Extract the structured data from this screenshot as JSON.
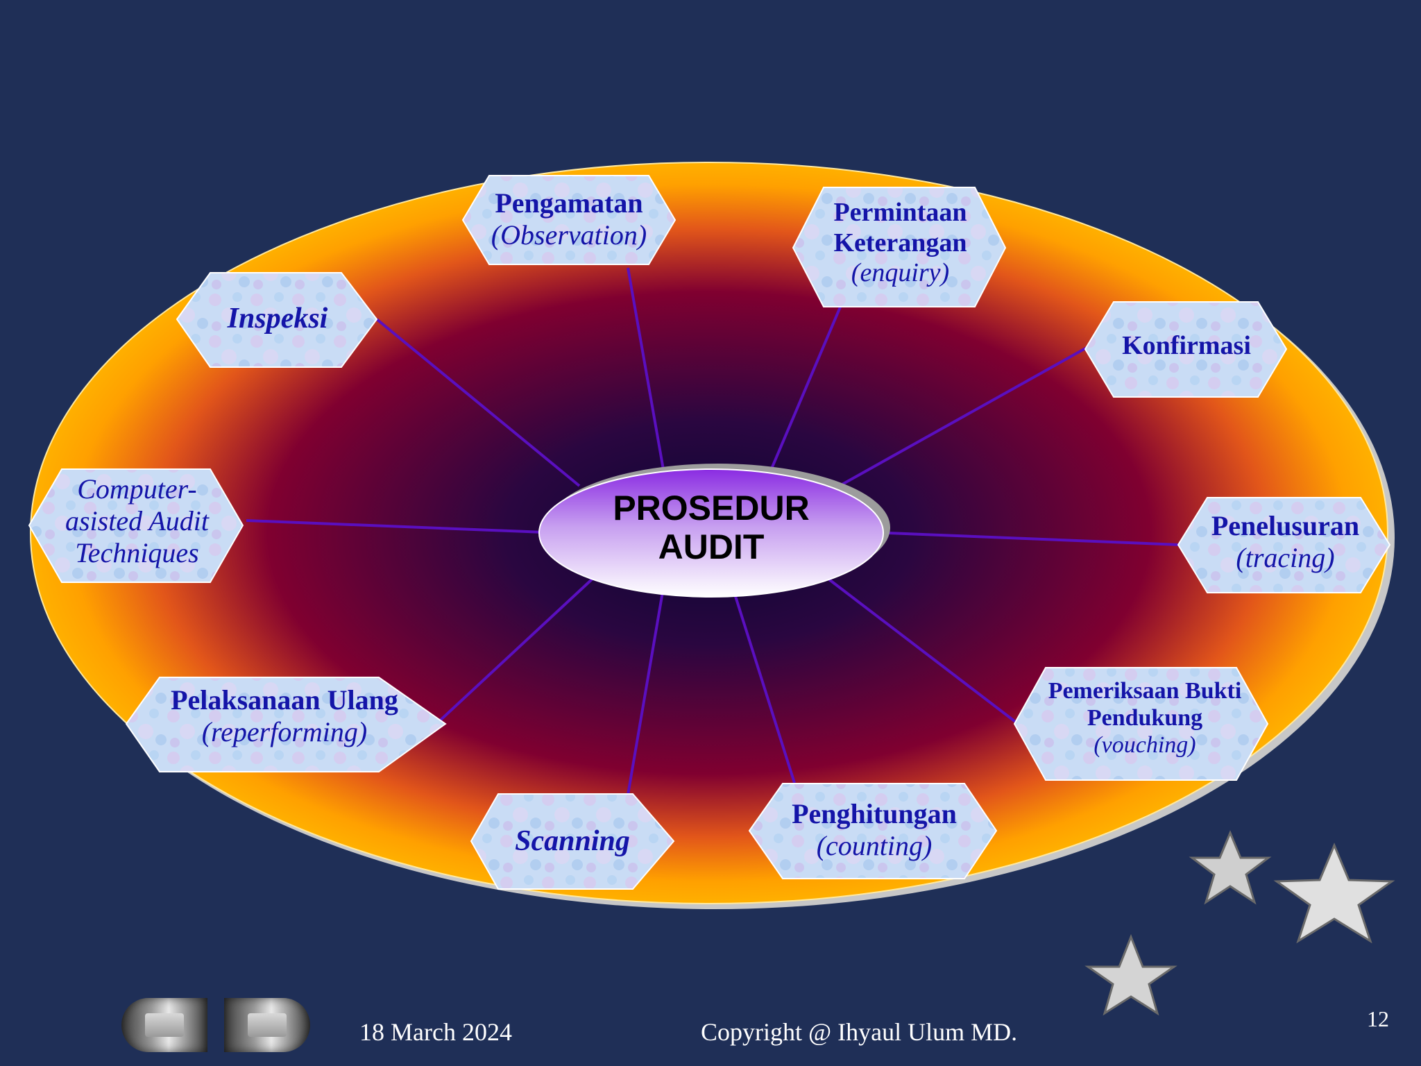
{
  "diagram": {
    "center": {
      "line1": "PROSEDUR",
      "line2": "AUDIT"
    },
    "nodes": [
      {
        "id": "pengamatan",
        "title": "Pengamatan",
        "sub": "(Observation)"
      },
      {
        "id": "permintaan",
        "title": "Permintaan Keterangan",
        "sub": "(enquiry)"
      },
      {
        "id": "konfirmasi",
        "title": "Konfirmasi",
        "sub": ""
      },
      {
        "id": "penelusuran",
        "title": "Penelusuran",
        "sub": "(tracing)"
      },
      {
        "id": "pemeriksaan",
        "title": "Pemeriksaan Bukti Pendukung",
        "sub": "(vouching)"
      },
      {
        "id": "penghitungan",
        "title": "Penghitungan",
        "sub": "(counting)"
      },
      {
        "id": "scanning",
        "title": "Scanning",
        "sub": ""
      },
      {
        "id": "pelaksanaan",
        "title": "Pelaksanaan Ulang",
        "sub": "(reperforming)"
      },
      {
        "id": "caat",
        "title": "",
        "sub": "Computer-asisted Audit Techniques"
      },
      {
        "id": "inspeksi",
        "title": "Inspeksi",
        "sub": ""
      }
    ]
  },
  "footer": {
    "date": "18 March 2024",
    "copyright": "Copyright @ Ihyaul Ulum MD.",
    "page_number": "12"
  },
  "colors": {
    "background": "#1f2f57",
    "ellipse_outer": "#ffa000",
    "ellipse_mid": "#800030",
    "ellipse_inner": "#0a0533",
    "connector": "#5a0fbf",
    "node_text": "#1414a8"
  }
}
